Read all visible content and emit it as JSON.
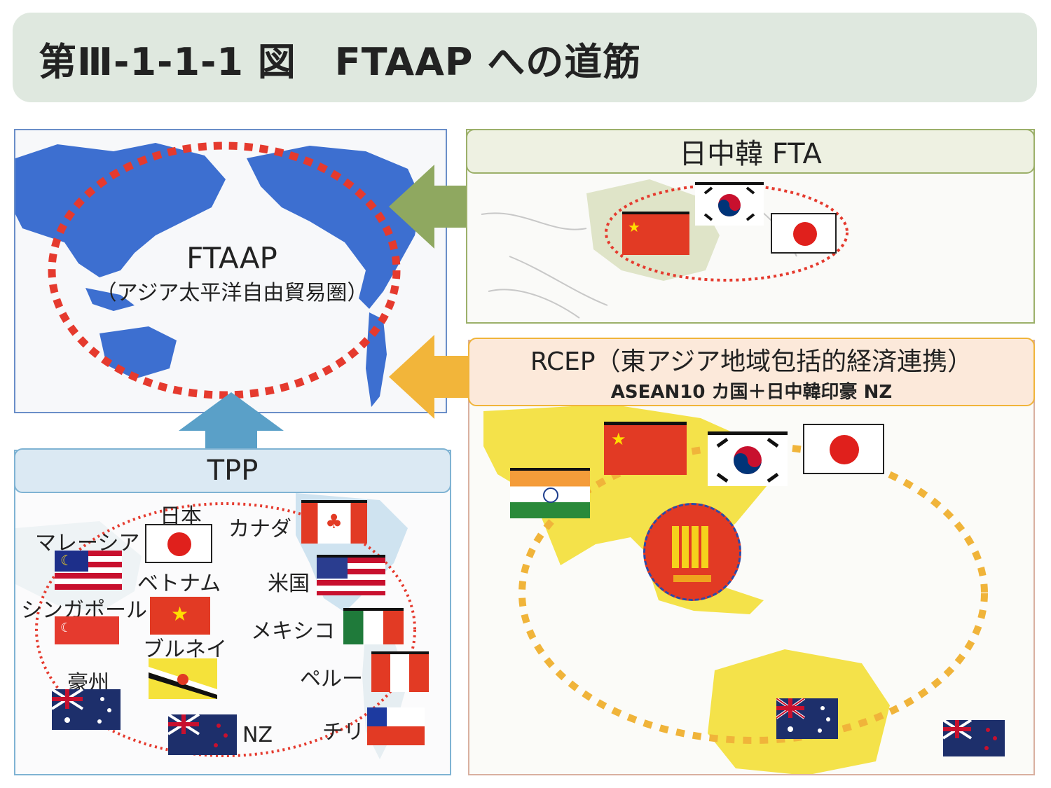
{
  "title": "第Ⅲ-1-1-1 図　FTAAP への道筋",
  "ftaap": {
    "name": "FTAAP",
    "subtitle": "（アジア太平洋自由貿易圏）"
  },
  "jck": {
    "title": "日中韓 FTA"
  },
  "rcep": {
    "title": "RCEP（東アジア地域包括的経済連携）",
    "subtitle": "ASEAN10 カ国＋日中韓印豪 NZ"
  },
  "tpp": {
    "title": "TPP",
    "countries": {
      "japan": "日本",
      "canada": "カナダ",
      "malaysia": "マレーシア",
      "vietnam": "ベトナム",
      "us": "米国",
      "singapore": "シンガポール",
      "mexico": "メキシコ",
      "brunei": "ブルネイ",
      "peru": "ペルー",
      "australia": "豪州",
      "nz": "NZ",
      "chile": "チリ"
    }
  },
  "colors": {
    "ftaap_land": "#3d6fd0",
    "ftaap_ring": "#e53a2e",
    "jck_arrow": "#8fa860",
    "rcep_arrow": "#f2b53a",
    "tpp_arrow": "#5aa0c8",
    "rcep_land": "#f4e24a",
    "rcep_ring": "#f0b43a"
  }
}
